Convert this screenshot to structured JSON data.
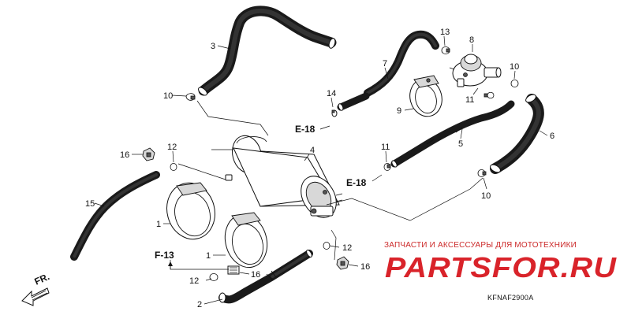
{
  "diagram": {
    "code": "KFNAF2900A",
    "direction_label": "FR.",
    "refs": {
      "e18_top": "E-18",
      "e18_bottom": "E-18",
      "f13": "F-13"
    },
    "callouts": {
      "p1a": "1",
      "p1b": "1",
      "p2": "2",
      "p3": "3",
      "p4": "4",
      "p5": "5",
      "p6": "6",
      "p7": "7",
      "p8": "8",
      "p9": "9",
      "p10a": "10",
      "p10b": "10",
      "p10c": "10",
      "p11a": "11",
      "p11b": "11",
      "p12a": "12",
      "p12b": "12",
      "p12c": "12",
      "p13": "13",
      "p14": "14",
      "p15": "15",
      "p16a": "16",
      "p16b": "16",
      "p16c": "16"
    }
  },
  "watermark": {
    "caption": "ЗАПЧАСТИ И АКСЕССУАРЫ ДЛЯ МОТОТЕХНИКИ",
    "logo_text": "PARTSFOR.RU",
    "color": "#d9232a"
  }
}
